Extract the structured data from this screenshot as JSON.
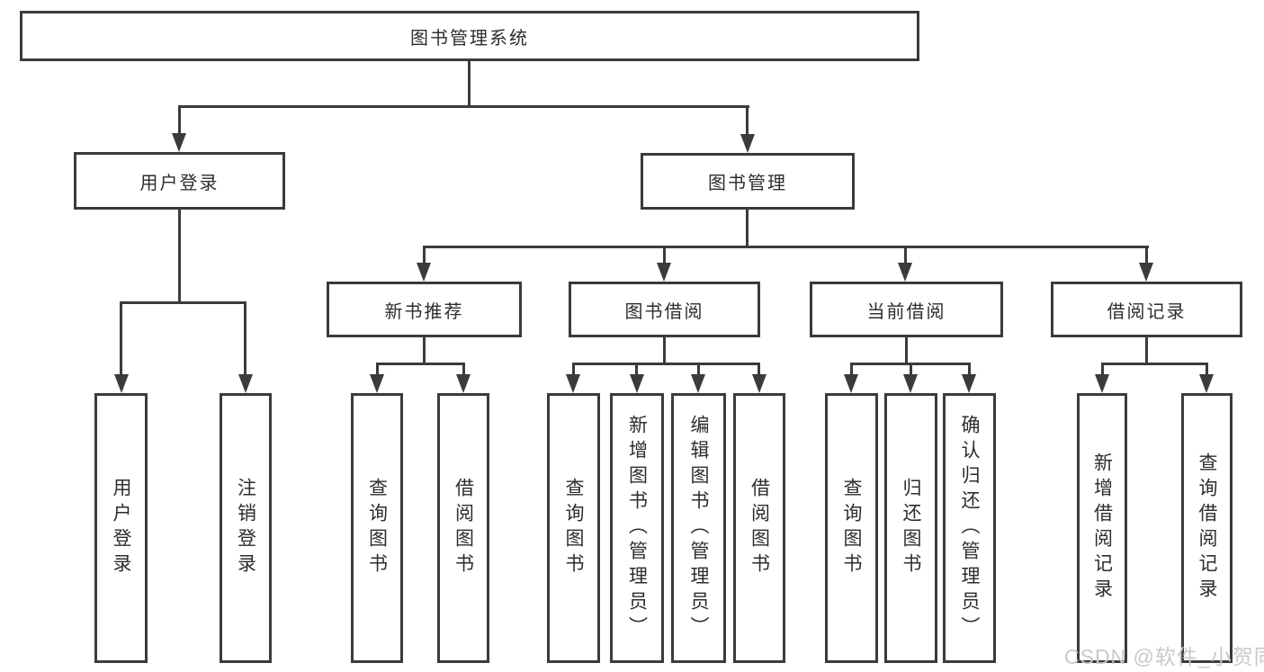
{
  "diagram": {
    "root": {
      "label": "图书管理系统"
    },
    "branches": [
      {
        "label": "用户登录",
        "children": [
          {
            "label": "用户登录"
          },
          {
            "label": "注销登录"
          }
        ]
      },
      {
        "label": "图书管理",
        "children": [
          {
            "label": "新书推荐",
            "children": [
              {
                "label": "查询图书"
              },
              {
                "label": "借阅图书"
              }
            ]
          },
          {
            "label": "图书借阅",
            "children": [
              {
                "label": "查询图书"
              },
              {
                "label": "新增图书（管理员）"
              },
              {
                "label": "编辑图书（管理员）"
              },
              {
                "label": "借阅图书"
              }
            ]
          },
          {
            "label": "当前借阅",
            "children": [
              {
                "label": "查询图书"
              },
              {
                "label": "归还图书"
              },
              {
                "label": "确认归还（管理员）"
              }
            ]
          },
          {
            "label": "借阅记录",
            "children": [
              {
                "label": "新增借阅记录"
              },
              {
                "label": "查询借阅记录"
              }
            ]
          }
        ]
      }
    ],
    "watermark": "CSDN @软件_小贺同学",
    "colors": {
      "line": "#3b3b3b",
      "text": "#2d2d2d",
      "background": "#ffffff",
      "watermark": "#c9c9c9"
    }
  }
}
